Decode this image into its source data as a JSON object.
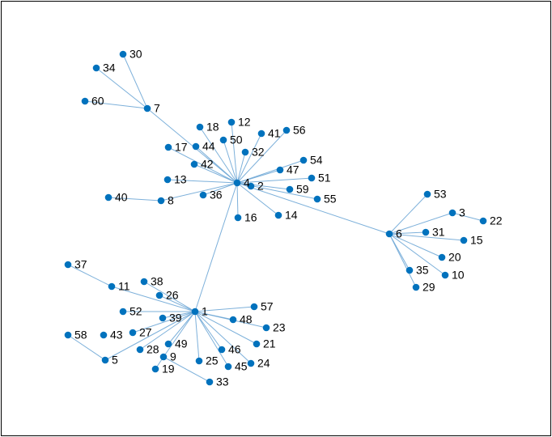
{
  "graph": {
    "node_color": "#0072bd",
    "edge_color": "#6fa8d6",
    "nodes": [
      {
        "id": "1"
      },
      {
        "id": "2"
      },
      {
        "id": "3"
      },
      {
        "id": "4"
      },
      {
        "id": "5"
      },
      {
        "id": "6"
      },
      {
        "id": "7"
      },
      {
        "id": "8"
      },
      {
        "id": "9"
      },
      {
        "id": "10"
      },
      {
        "id": "11"
      },
      {
        "id": "12"
      },
      {
        "id": "13"
      },
      {
        "id": "14"
      },
      {
        "id": "15"
      },
      {
        "id": "16"
      },
      {
        "id": "17"
      },
      {
        "id": "18"
      },
      {
        "id": "19"
      },
      {
        "id": "20"
      },
      {
        "id": "21"
      },
      {
        "id": "22"
      },
      {
        "id": "23"
      },
      {
        "id": "24"
      },
      {
        "id": "25"
      },
      {
        "id": "26"
      },
      {
        "id": "27"
      },
      {
        "id": "28"
      },
      {
        "id": "29"
      },
      {
        "id": "30"
      },
      {
        "id": "31"
      },
      {
        "id": "32"
      },
      {
        "id": "33"
      },
      {
        "id": "34"
      },
      {
        "id": "35"
      },
      {
        "id": "36"
      },
      {
        "id": "37"
      },
      {
        "id": "38"
      },
      {
        "id": "39"
      },
      {
        "id": "40"
      },
      {
        "id": "41"
      },
      {
        "id": "42"
      },
      {
        "id": "43"
      },
      {
        "id": "44"
      },
      {
        "id": "45"
      },
      {
        "id": "46"
      },
      {
        "id": "47"
      },
      {
        "id": "48"
      },
      {
        "id": "49"
      },
      {
        "id": "50"
      },
      {
        "id": "51"
      },
      {
        "id": "52"
      },
      {
        "id": "53"
      },
      {
        "id": "54"
      },
      {
        "id": "55"
      },
      {
        "id": "56"
      },
      {
        "id": "57"
      },
      {
        "id": "58"
      },
      {
        "id": "59"
      },
      {
        "id": "60"
      }
    ],
    "edges": [
      [
        "4",
        "1"
      ],
      [
        "4",
        "6"
      ],
      [
        "4",
        "7"
      ],
      [
        "4",
        "2"
      ],
      [
        "4",
        "12"
      ],
      [
        "4",
        "13"
      ],
      [
        "4",
        "14"
      ],
      [
        "4",
        "16"
      ],
      [
        "4",
        "17"
      ],
      [
        "4",
        "18"
      ],
      [
        "4",
        "32"
      ],
      [
        "4",
        "36"
      ],
      [
        "4",
        "41"
      ],
      [
        "4",
        "42"
      ],
      [
        "4",
        "44"
      ],
      [
        "4",
        "47"
      ],
      [
        "4",
        "50"
      ],
      [
        "4",
        "51"
      ],
      [
        "4",
        "54"
      ],
      [
        "4",
        "55"
      ],
      [
        "4",
        "56"
      ],
      [
        "4",
        "59"
      ],
      [
        "4",
        "8"
      ],
      [
        "8",
        "40"
      ],
      [
        "7",
        "30"
      ],
      [
        "7",
        "34"
      ],
      [
        "7",
        "60"
      ],
      [
        "6",
        "3"
      ],
      [
        "6",
        "10"
      ],
      [
        "6",
        "15"
      ],
      [
        "6",
        "20"
      ],
      [
        "6",
        "29"
      ],
      [
        "6",
        "31"
      ],
      [
        "6",
        "35"
      ],
      [
        "6",
        "53"
      ],
      [
        "3",
        "22"
      ],
      [
        "1",
        "11"
      ],
      [
        "1",
        "9"
      ],
      [
        "1",
        "21"
      ],
      [
        "1",
        "23"
      ],
      [
        "1",
        "24"
      ],
      [
        "1",
        "25"
      ],
      [
        "1",
        "26"
      ],
      [
        "1",
        "27"
      ],
      [
        "1",
        "28"
      ],
      [
        "1",
        "38"
      ],
      [
        "1",
        "39"
      ],
      [
        "1",
        "45"
      ],
      [
        "1",
        "46"
      ],
      [
        "1",
        "48"
      ],
      [
        "1",
        "49"
      ],
      [
        "1",
        "52"
      ],
      [
        "1",
        "57"
      ],
      [
        "1",
        "5"
      ],
      [
        "11",
        "37"
      ],
      [
        "5",
        "58"
      ],
      [
        "9",
        "19"
      ],
      [
        "9",
        "33"
      ]
    ]
  }
}
